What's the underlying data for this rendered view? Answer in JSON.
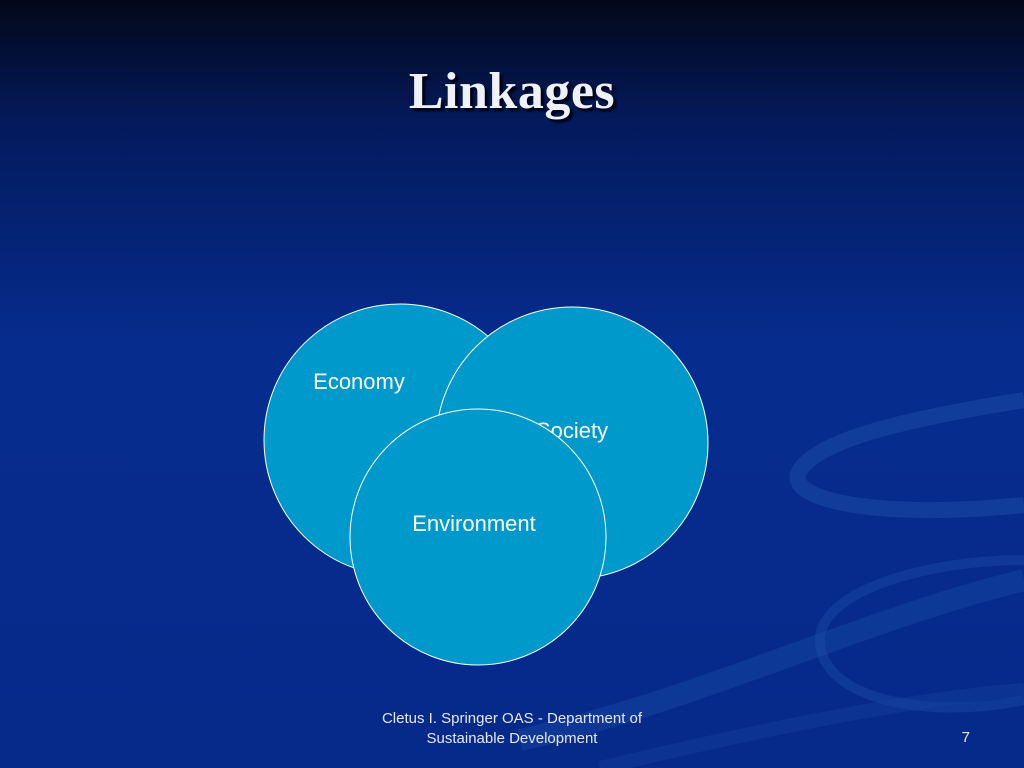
{
  "slide": {
    "title": "Linkages",
    "footer_line1": "Cletus I. Springer OAS - Department of",
    "footer_line2": "Sustainable Development",
    "page_number": "7"
  },
  "diagram": {
    "circles": [
      {
        "id": "economy",
        "label": "Economy"
      },
      {
        "id": "society",
        "label": "Society"
      },
      {
        "id": "environment",
        "label": "Environment"
      }
    ],
    "fill_color": "#0099cc",
    "stroke_color": "#ffffff"
  }
}
